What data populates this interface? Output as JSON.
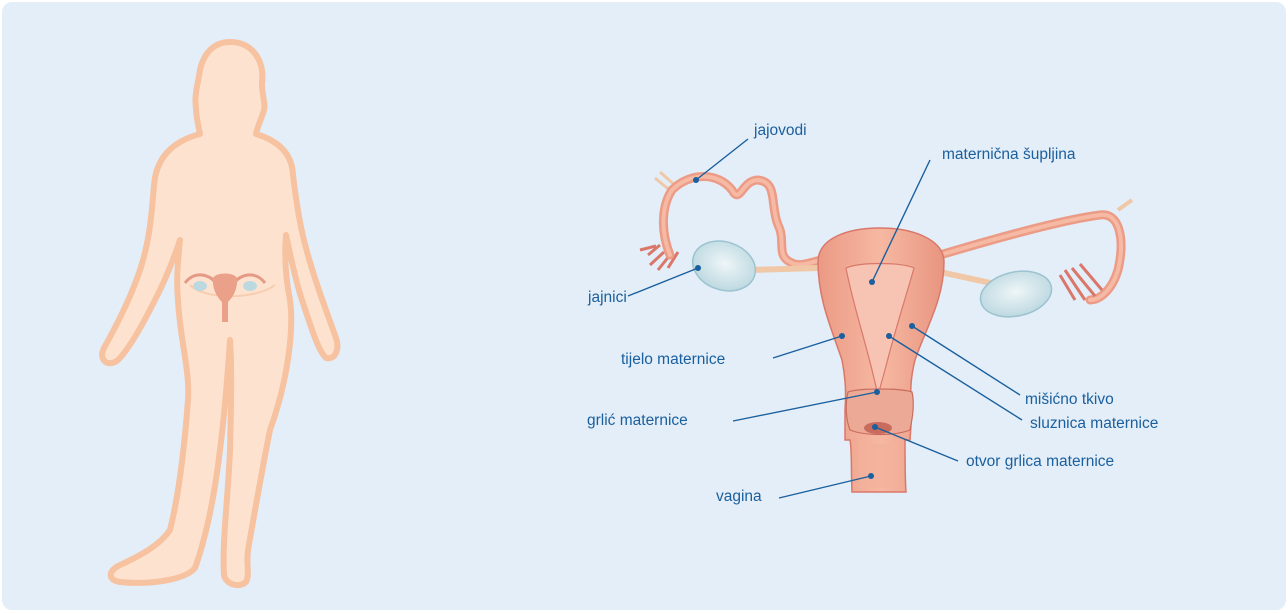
{
  "diagram": {
    "labels": {
      "jajovodi": "jajovodi",
      "supljina": "maternična šupljina",
      "jajnici": "jajnici",
      "tijelo": "tijelo maternice",
      "misicno": "mišićno tkivo",
      "sluznica": "sluznica maternice",
      "grlic": "grlić maternice",
      "otvor": "otvor grlica maternice",
      "vagina": "vagina"
    },
    "colors": {
      "background": "#e3eef8",
      "label_text": "#1a5f9e",
      "leader_line": "#1a5f9e",
      "body_fill": "#fde3cf",
      "body_outline": "#f6c2a0",
      "uterus": "#f2a48c",
      "uterus_dark": "#d9786a",
      "ovary": "#cfe4ea"
    }
  }
}
